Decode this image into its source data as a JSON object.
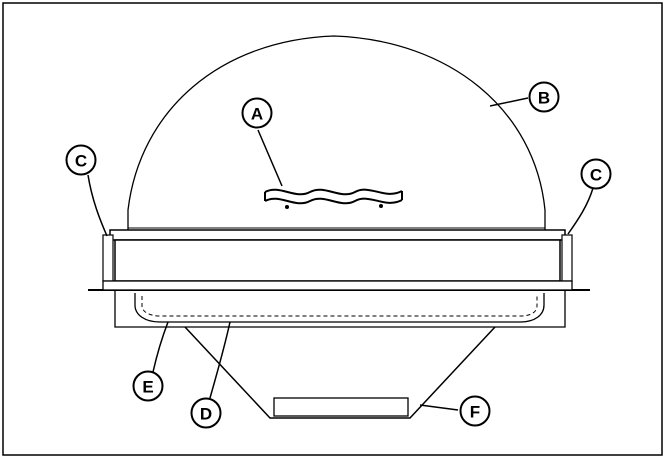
{
  "diagram": {
    "callouts": {
      "A": "A",
      "B": "B",
      "C_left": "C",
      "C_right": "C",
      "D": "D",
      "E": "E",
      "F": "F"
    },
    "colors": {
      "stroke": "#000000",
      "background": "#ffffff"
    }
  }
}
